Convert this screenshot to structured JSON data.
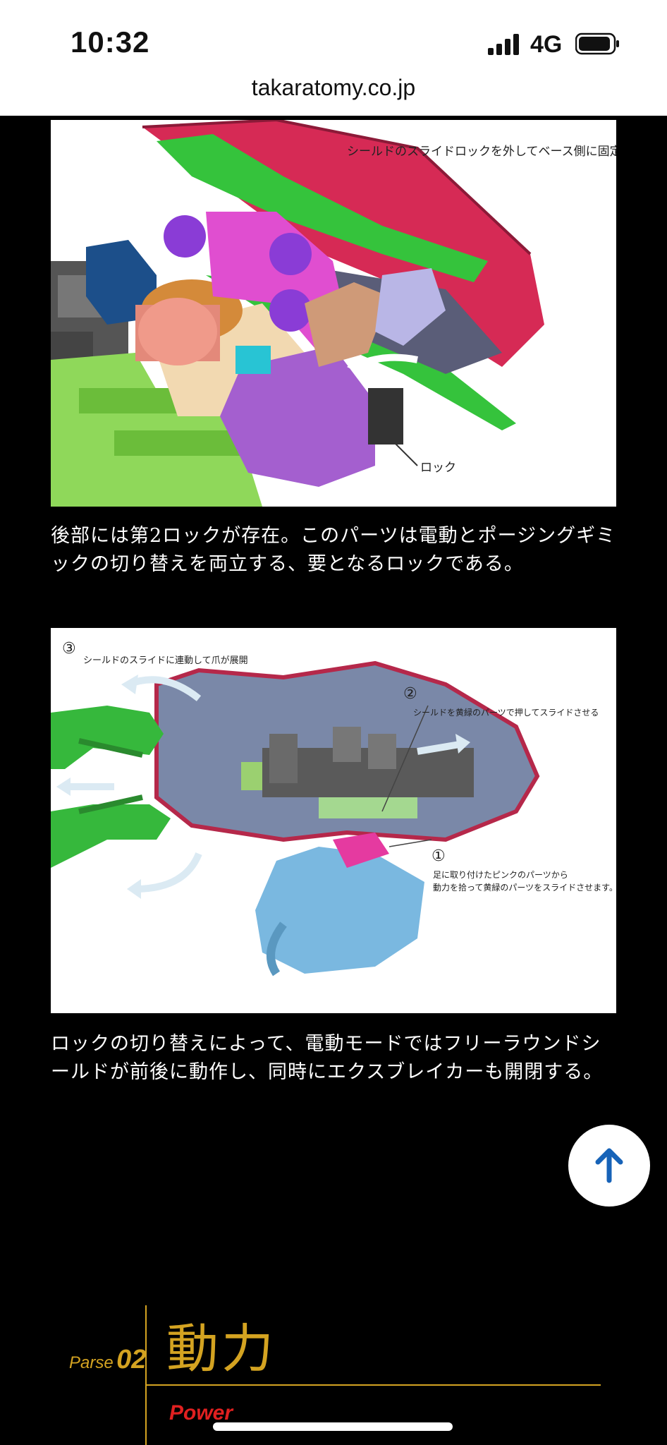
{
  "status_bar": {
    "time": "10:32",
    "network": "4G"
  },
  "browser": {
    "url": "takaratomy.co.jp"
  },
  "figure1": {
    "label_top": "シールドのスライドロックを外してベース側に固定",
    "label_lock": "ロック"
  },
  "caption1": "後部には第2ロックが存在。このパーツは電動とポージングギミックの切り替えを両立する、要となるロックである。",
  "figure2": {
    "step3_num": "③",
    "step3_text": "シールドのスライドに連動して爪が展開",
    "step2_num": "②",
    "step2_text": "シールドを黄緑のパーツで押してスライドさせる",
    "step1_num": "①",
    "step1_line1": "足に取り付けたピンクのパーツから",
    "step1_line2": "動力を拾って黄緑のパーツをスライドさせます。"
  },
  "caption2": "ロックの切り替えによって、電動モードではフリーラウンドシールドが前後に動作し、同時にエクスブレイカーも開閉する。",
  "section": {
    "prefix": "Parse",
    "number": "02",
    "title": "動力",
    "subtitle": "Power"
  },
  "colors": {
    "accent_gold": "#d4a321",
    "accent_red": "#e02020",
    "fab_arrow": "#1763b8"
  },
  "icons": {
    "fab": "arrow-up-icon"
  }
}
